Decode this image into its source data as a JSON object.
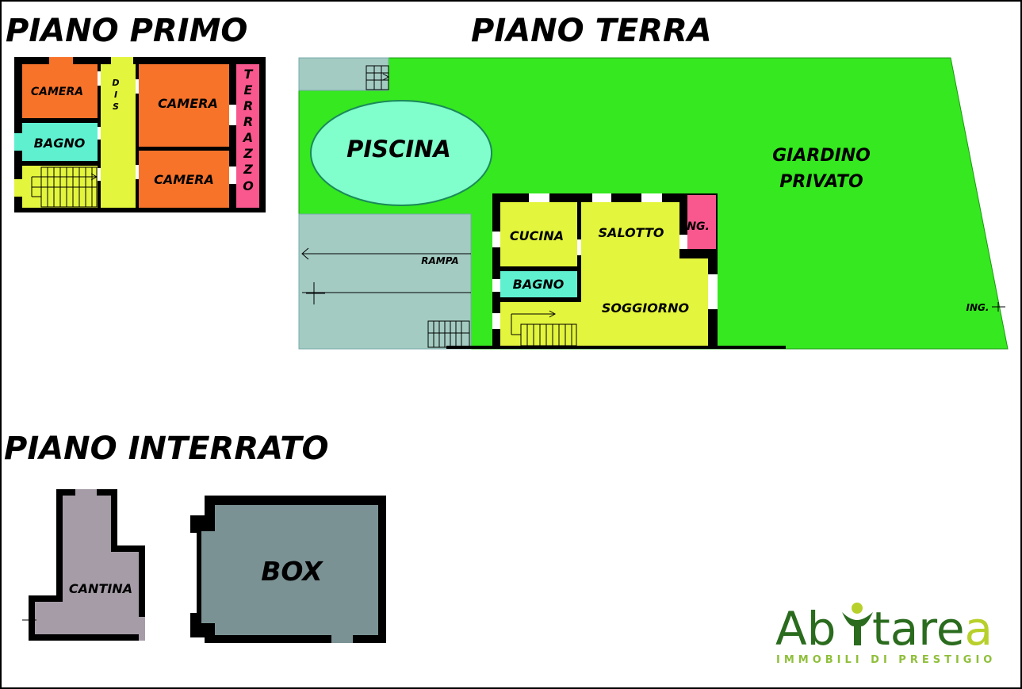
{
  "titles": {
    "primo": "PIANO PRIMO",
    "terra": "PIANO TERRA",
    "interrato": "PIANO INTERRATO"
  },
  "primo": {
    "camera_1": "CAMERA",
    "camera_2": "CAMERA",
    "camera_3": "CAMERA",
    "bagno": "BAGNO",
    "dis": [
      "D",
      "I",
      "S"
    ],
    "terrazzo": [
      "T",
      "E",
      "R",
      "R",
      "A",
      "Z",
      "Z",
      "O"
    ]
  },
  "terra": {
    "piscina": "PISCINA",
    "giardino_1": "GIARDINO",
    "giardino_2": "PRIVATO",
    "cucina": "CUCINA",
    "salotto": "SALOTTO",
    "ing_inner": "ING.",
    "bagno": "BAGNO",
    "soggiorno": "SOGGIORNO",
    "rampa": "RAMPA",
    "ing_outer": "ING."
  },
  "interrato": {
    "cantina": "CANTINA",
    "box": "BOX"
  },
  "logo": {
    "left": "Ab",
    "right": "tarea",
    "tagline": "IMMOBILI DI PRESTIGIO"
  },
  "colors": {
    "orange": "#f7732a",
    "aqua": "#5ff0d0",
    "yellow": "#e3f53c",
    "pink": "#f8588e",
    "green": "#35e81f",
    "pool": "#80ffcc",
    "gray_blue": "#a3cbc2",
    "cantina": "#a69ca8",
    "box": "#7b9294",
    "logo_green": "#2a6b1e",
    "logo_lime": "#b8d02b"
  }
}
